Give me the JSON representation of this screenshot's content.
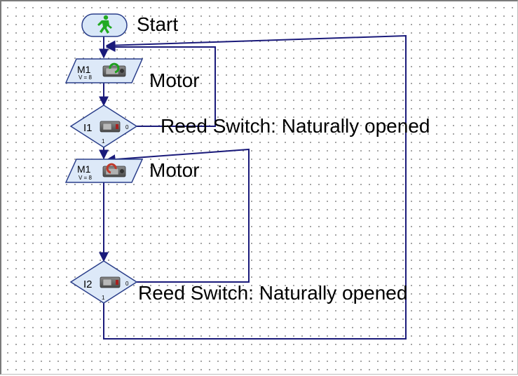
{
  "flowchart": {
    "start": {
      "label": "Start",
      "icon": "green-walking-man-icon"
    },
    "blocks": [
      {
        "id": "motor-1",
        "type": "motor-output",
        "port": "M1",
        "speed": "V = 8",
        "caption": "Motor",
        "direction": "clockwise"
      },
      {
        "id": "input-1",
        "type": "input-branch",
        "port": "I1",
        "yes_label": "1",
        "no_label": "0",
        "caption": "Reed Switch: Naturally opened"
      },
      {
        "id": "motor-2",
        "type": "motor-output",
        "port": "M1",
        "speed": "V = 8",
        "caption": "Motor",
        "direction": "counter-clockwise"
      },
      {
        "id": "input-2",
        "type": "input-branch",
        "port": "I2",
        "yes_label": "1",
        "no_label": "0",
        "caption": "Reed Switch: Naturally opened"
      }
    ]
  },
  "colors": {
    "connector": "#1a1a7a",
    "block_fill": "#dde9f8",
    "block_stroke": "#2a3e8a",
    "start_fill": "#d8e7f8",
    "icon_green": "#22aa22"
  }
}
